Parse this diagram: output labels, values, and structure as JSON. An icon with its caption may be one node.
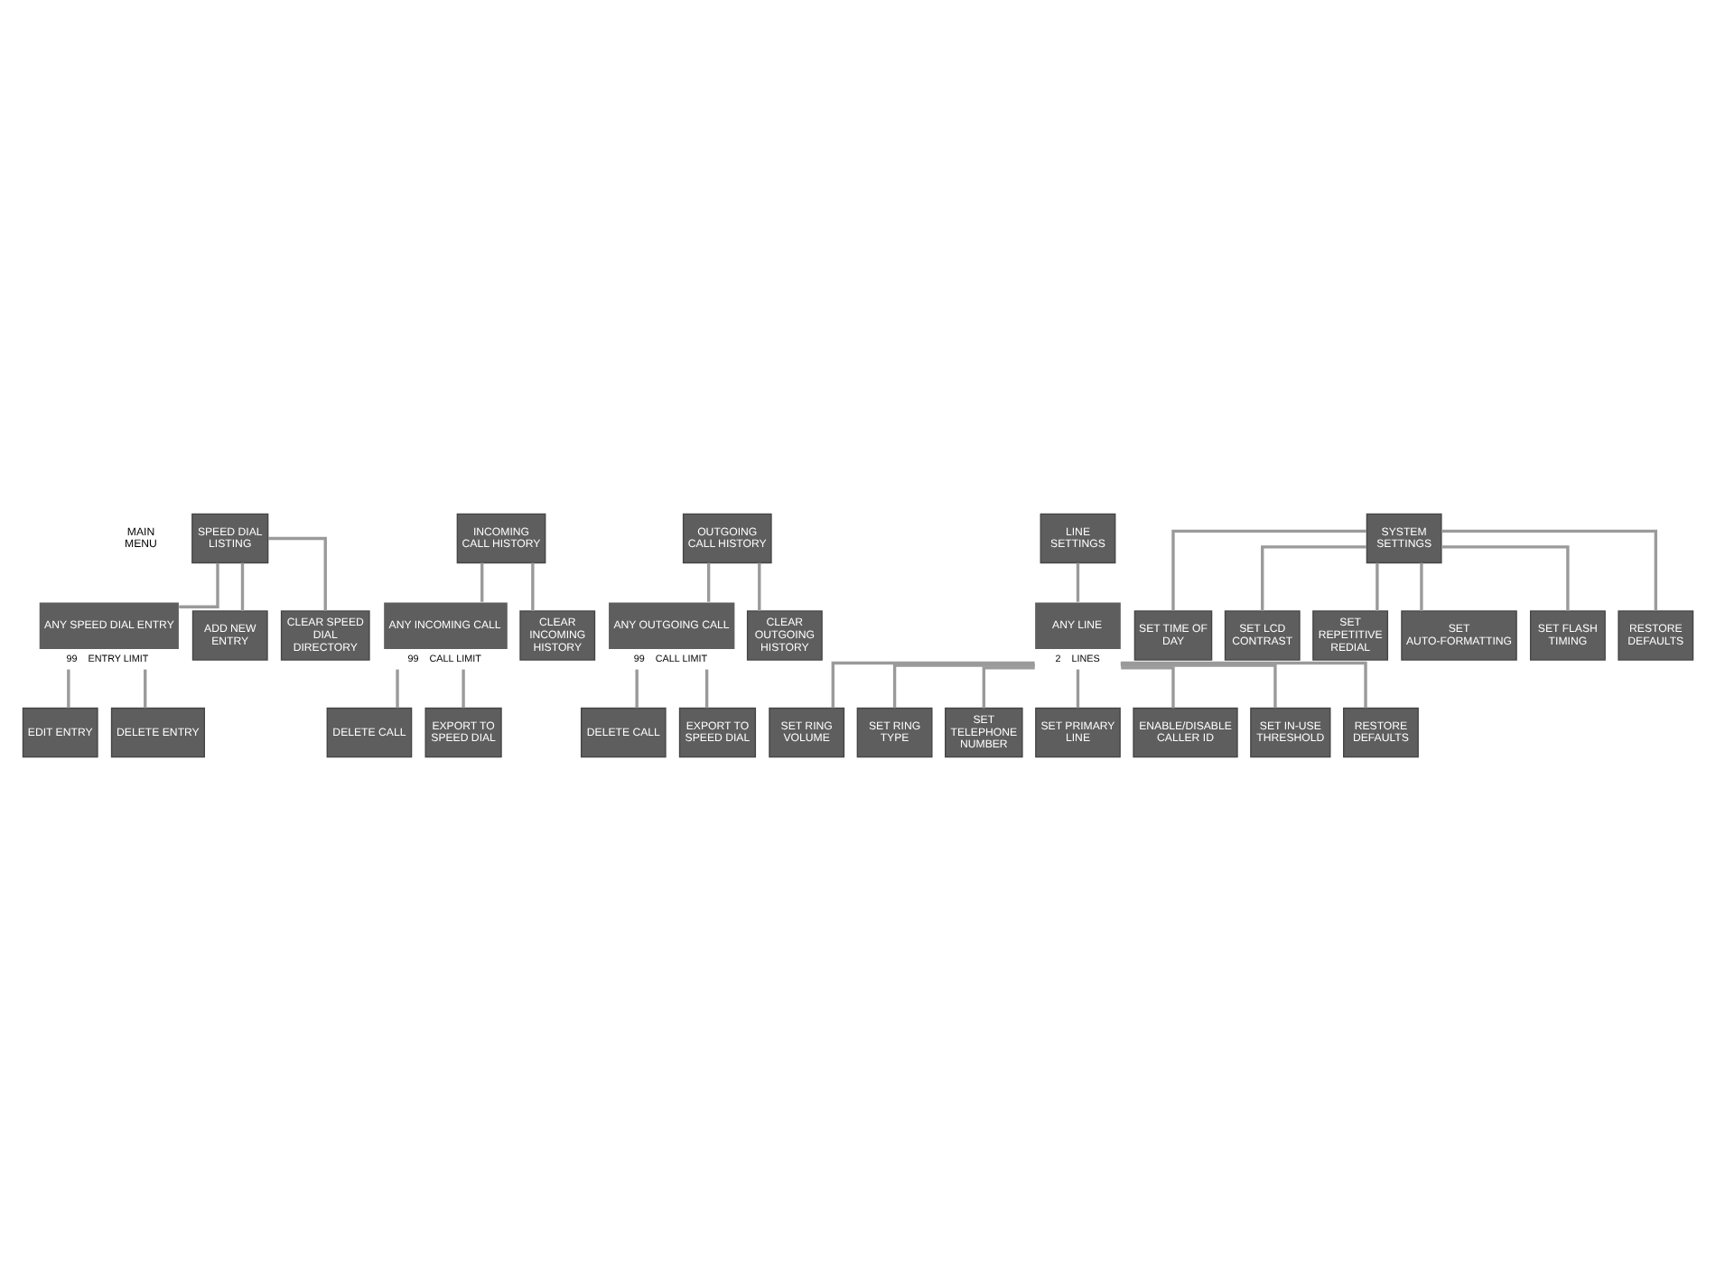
{
  "diagram": {
    "nodes": [
      {
        "text": [
          "SPEED DIAL LISTING"
        ]
      },
      {
        "text": [
          "INCOMING CALL HISTORY"
        ]
      },
      {
        "text": [
          "OUTGOING CALL HISTORY"
        ]
      },
      {
        "text": [
          "LINE SETTINGS"
        ]
      },
      {
        "text": [
          "SYSTEM SETTINGS"
        ]
      },
      {
        "text": [
          "ANY SPEED DIAL ENTRY"
        ],
        "beside": [
          "99",
          "ENTRY LIMIT"
        ]
      },
      {
        "text": [
          "ADD NEW ENTRY"
        ]
      },
      {
        "text": [
          "CLEAR SPEED DIAL DIRECTORY"
        ]
      },
      {
        "text": [
          "ANY INCOMING CALL"
        ],
        "beside": [
          "99",
          "CALL LIMIT"
        ]
      },
      {
        "text": [
          "CLEAR INCOMING HISTORY"
        ]
      },
      {
        "text": [
          "ANY OUTGOING CALL"
        ],
        "beside": [
          "99",
          "CALL LIMIT"
        ]
      },
      {
        "text": [
          "CLEAR OUTGOING HISTORY"
        ]
      },
      {
        "text": [
          "ANY LINE"
        ],
        "beside": [
          "2",
          "LINES"
        ]
      },
      {
        "text": [
          "SET TIME OF DAY"
        ]
      },
      {
        "text": [
          "SET LCD CONTRAST"
        ]
      },
      {
        "text": [
          "SET REPETITIVE REDIAL"
        ]
      },
      {
        "text": [
          "SET AUTO-FORMATTING"
        ]
      },
      {
        "text": [
          "SET FLASH TIMING"
        ]
      },
      {
        "text": [
          "RESTORE DEFAULTS"
        ]
      },
      {
        "text": [
          "EDIT ENTRY"
        ]
      },
      {
        "text": [
          "DELETE ENTRY"
        ]
      },
      {
        "text": [
          "DELETE CALL"
        ]
      },
      {
        "text": [
          "EXPORT TO SPEED DIAL"
        ]
      },
      {
        "text": [
          "DELETE CALL"
        ]
      },
      {
        "text": [
          "EXPORT TO SPEED DIAL"
        ]
      },
      {
        "text": [
          "SET RING VOLUME"
        ]
      },
      {
        "text": [
          "SET RING TYPE"
        ]
      },
      {
        "text": [
          "SET TELEPHONE NUMBER"
        ]
      },
      {
        "text": [
          "SET PRIMARY LINE"
        ]
      },
      {
        "text": [
          "ENABLE/DISABLE CALLER ID"
        ]
      },
      {
        "text": [
          "SET IN-USE THRESHOLD"
        ]
      },
      {
        "text": [
          "RESTORE DEFAULTS"
        ]
      }
    ],
    "edges": [
      {
        "from": 0,
        "to": 5,
        "arrow": "none"
      },
      {
        "from": 0,
        "to": 6,
        "arrow": "none"
      },
      {
        "from": 0,
        "to": 7,
        "arrow": "none"
      },
      {
        "from": 1,
        "to": 8,
        "arrow": "none"
      },
      {
        "from": 1,
        "to": 9,
        "arrow": "none"
      },
      {
        "from": 2,
        "to": 10,
        "arrow": "none"
      },
      {
        "from": 2,
        "to": 11,
        "arrow": "none"
      },
      {
        "from": 3,
        "to": 12,
        "arrow": "none"
      },
      {
        "from": 4,
        "to": 13,
        "arrow": "none"
      },
      {
        "from": 4,
        "to": 14,
        "arrow": "none"
      },
      {
        "from": 4,
        "to": 15,
        "arrow": "none"
      },
      {
        "from": 4,
        "to": 16,
        "arrow": "none"
      },
      {
        "from": 4,
        "to": 17,
        "arrow": "none"
      },
      {
        "from": 4,
        "to": 18,
        "arrow": "none"
      },
      {
        "from": 5,
        "to": 19,
        "arrow": "none"
      },
      {
        "from": 5,
        "to": 20,
        "arrow": "none"
      },
      {
        "from": 8,
        "to": 21,
        "arrow": "none"
      },
      {
        "from": 8,
        "to": 22,
        "arrow": "none"
      },
      {
        "from": 10,
        "to": 23,
        "arrow": "none"
      },
      {
        "from": 10,
        "to": 24,
        "arrow": "none"
      },
      {
        "from": 12,
        "to": 25,
        "arrow": "none"
      },
      {
        "from": 12,
        "to": 26,
        "arrow": "none"
      },
      {
        "from": 12,
        "to": 27,
        "arrow": "none"
      },
      {
        "from": 12,
        "to": 28,
        "arrow": "none"
      },
      {
        "from": 12,
        "to": 29,
        "arrow": "none"
      },
      {
        "from": 12,
        "to": 30,
        "arrow": "none"
      },
      {
        "from": 12,
        "to": 31,
        "arrow": "none"
      }
    ],
    "labels": [
      "MAIN MENU"
    ]
  }
}
